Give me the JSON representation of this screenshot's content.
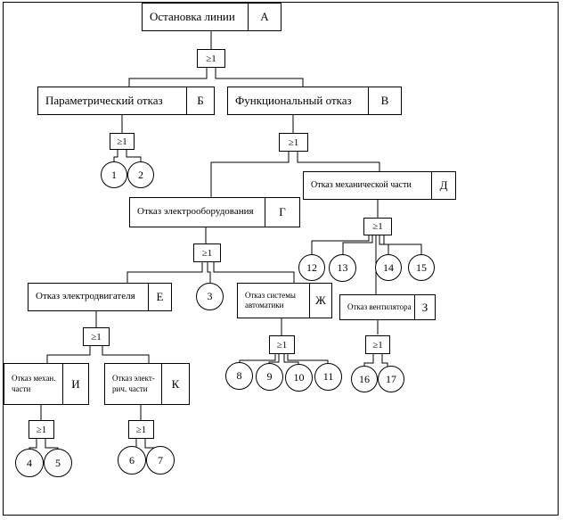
{
  "nodes": {
    "A": {
      "title": "Остановка линии",
      "code": "А"
    },
    "B": {
      "title": "Параметрический отказ",
      "code": "Б"
    },
    "V": {
      "title": "Функциональный  отказ",
      "code": "В"
    },
    "G": {
      "title": "Отказ электрооборудования",
      "code": "Г"
    },
    "D": {
      "title": "Отказ механической части",
      "code": "Д"
    },
    "E": {
      "title": "Отказ электродвигателя",
      "code": "Е"
    },
    "ZH": {
      "title": "Отказ системы\nавтоматики",
      "code": "Ж"
    },
    "Z": {
      "title": "Отказ вентилятора",
      "code": "З"
    },
    "I": {
      "title": "Отказ механ.\nчасти",
      "code": "И"
    },
    "K": {
      "title": "Отказ элект-\nрич. части",
      "code": "К"
    }
  },
  "gate_symbol": "≥1",
  "events": [
    "1",
    "2",
    "3",
    "4",
    "5",
    "6",
    "7",
    "8",
    "9",
    "10",
    "11",
    "12",
    "13",
    "14",
    "15",
    "16",
    "17"
  ]
}
